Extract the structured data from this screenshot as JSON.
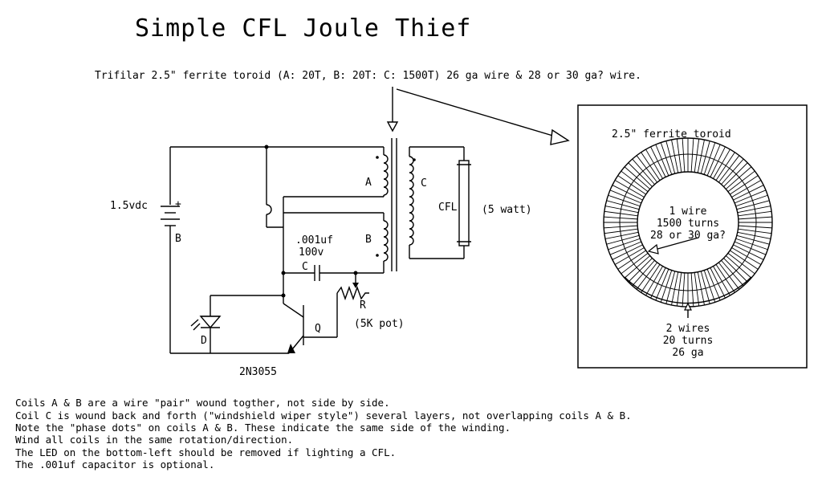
{
  "title": "Simple CFL Joule Thief",
  "subtitle": "Trifilar 2.5\" ferrite toroid (A: 20T, B: 20T: C: 1500T) 26 ga wire & 28 or 30 ga? wire.",
  "circuit": {
    "battery_voltage": "1.5vdc",
    "battery_plus": "+",
    "battery_label": "B",
    "coil_a": "A",
    "coil_b": "B",
    "coil_c": "C",
    "cfl_label": "CFL",
    "cfl_power": "(5 watt)",
    "cap_value": ".001uf",
    "cap_voltage": "100v",
    "cap_label": "C",
    "pot_label": "R",
    "pot_value": "(5K pot)",
    "transistor_label": "Q",
    "transistor_model": "2N3055",
    "led_label": "D"
  },
  "toroid": {
    "title": "2.5\" ferrite toroid",
    "inner_line1": "1 wire",
    "inner_line2": "1500 turns",
    "inner_line3": "28 or 30 ga?",
    "outer_line1": "2 wires",
    "outer_line2": "20 turns",
    "outer_line3": "26 ga"
  },
  "notes": [
    "Coils A & B are a wire \"pair\" wound togther, not side by side.",
    "Coil C is wound back and forth (\"windshield wiper style\") several layers, not overlapping coils A & B.",
    "Note the \"phase dots\" on coils A & B.  These indicate the same side of the winding.",
    "Wind all coils in the same rotation/direction.",
    "The LED on the bottom-left should be removed if lighting a CFL.",
    "The .001uf capacitor is optional."
  ]
}
